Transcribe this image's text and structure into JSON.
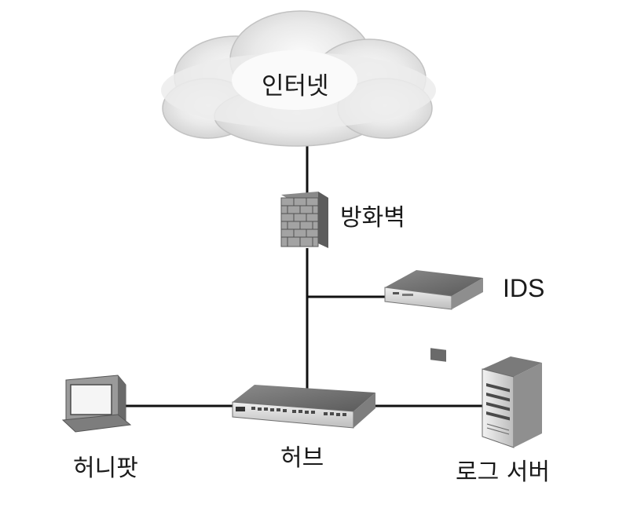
{
  "nodes": {
    "internet": "인터넷",
    "firewall": "방화벽",
    "ids": "IDS",
    "honeypot": "허니팟",
    "hub": "허브",
    "log_server": "로그 서버"
  },
  "icons": {
    "internet": "cloud-icon",
    "firewall": "brick-wall-icon",
    "ids": "network-appliance-icon",
    "honeypot": "computer-monitor-icon",
    "hub": "network-hub-icon",
    "log_server": "tower-server-icon"
  },
  "colors": {
    "line": "#111111",
    "cloud": "#e6e6e6",
    "device": "#d4d4d4"
  }
}
